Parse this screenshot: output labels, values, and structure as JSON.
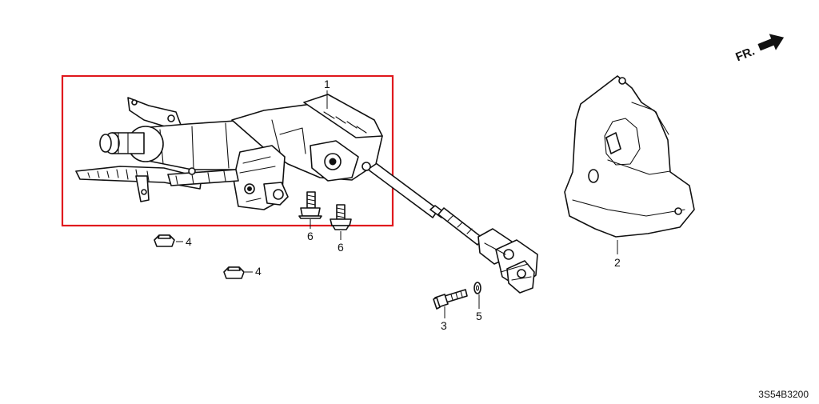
{
  "direction_indicator": {
    "label": "FR."
  },
  "highlight_box": {
    "color": "#e0191e"
  },
  "callouts": {
    "c1": "1",
    "c2": "2",
    "c3": "3",
    "c4a": "4",
    "c4b": "4",
    "c5": "5",
    "c6a": "6",
    "c6b": "6"
  },
  "diagram_code": "3S54B3200"
}
